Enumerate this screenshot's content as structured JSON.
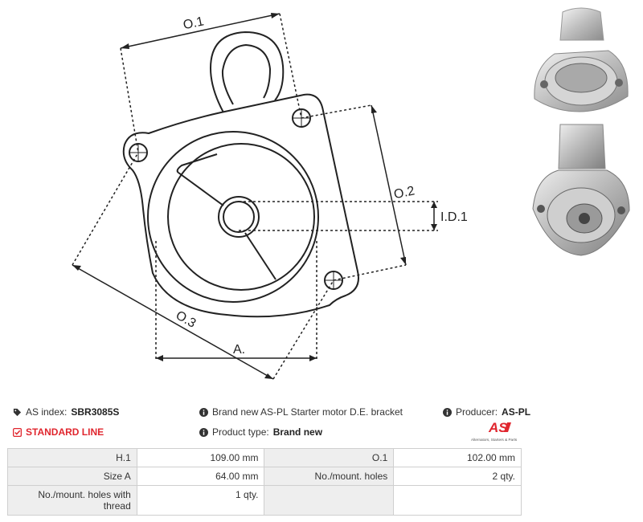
{
  "dimension_labels": {
    "o1": "O.1",
    "o2": "O.2",
    "o3": "O.3",
    "id1": "I.D.1",
    "a": "A."
  },
  "info": {
    "as_index_label": "AS index:",
    "as_index_value": "SBR3085S",
    "standard_line": "STANDARD LINE",
    "description": "Brand new AS-PL Starter motor D.E. bracket",
    "product_type_label": "Product type:",
    "product_type_value": "Brand new",
    "producer_label": "Producer:",
    "producer_value": "AS-PL"
  },
  "logo": {
    "mark": "AS",
    "tagline": "Alternators, Starters & Parts"
  },
  "specs": {
    "row1": {
      "k1": "H.1",
      "v1": "109.00 mm",
      "k2": "O.1",
      "v2": "102.00 mm"
    },
    "row2": {
      "k1": "Size A",
      "v1": "64.00 mm",
      "k2": "No./mount. holes",
      "v2": "2 qty."
    },
    "row3": {
      "k1": "No./mount. holes with thread",
      "v1": "1 qty."
    }
  },
  "colors": {
    "accent_red": "#e0262e",
    "line": "#222222",
    "table_key_bg": "#eeeeee",
    "table_border": "#cfcfcf"
  }
}
